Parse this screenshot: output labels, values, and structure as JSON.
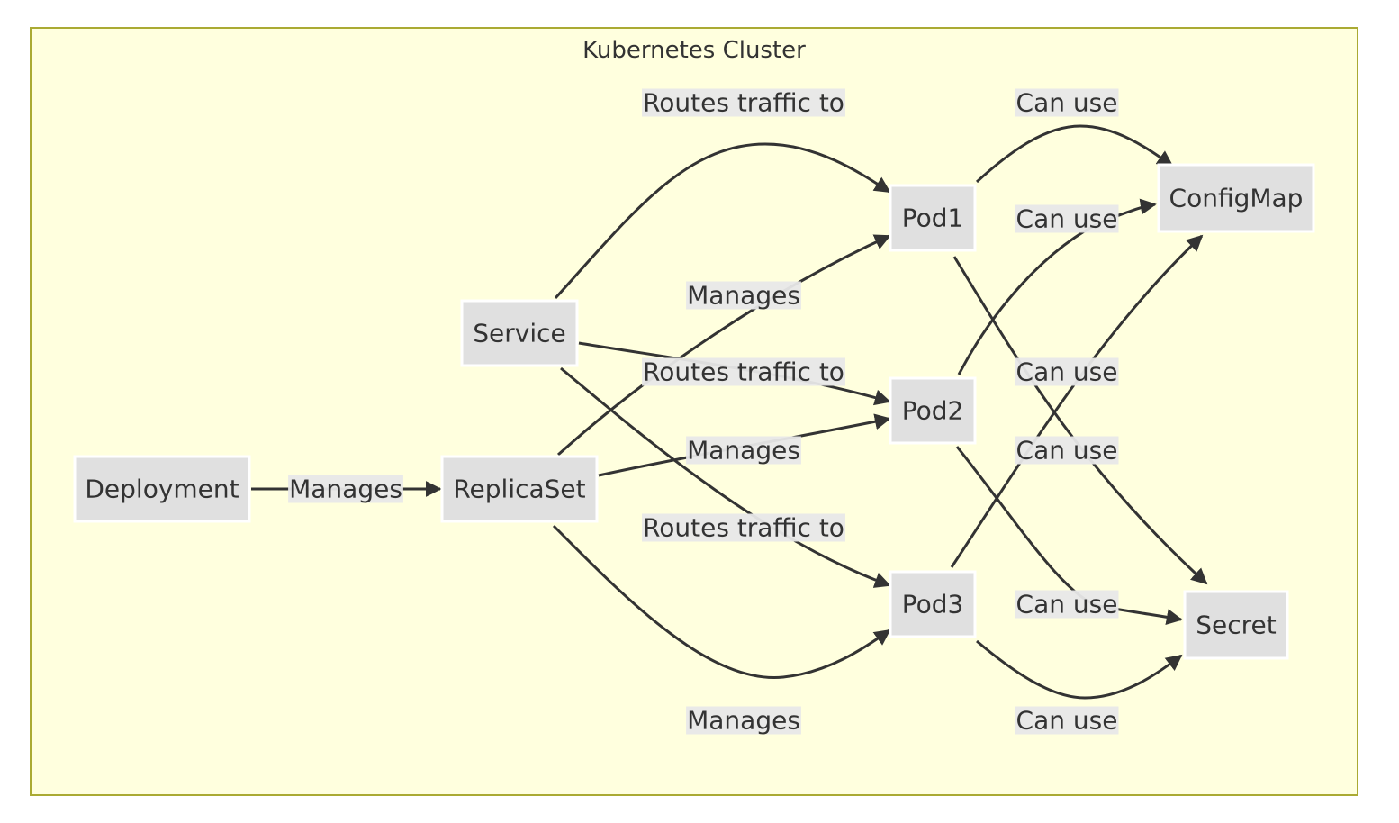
{
  "cluster": {
    "title": "Kubernetes Cluster"
  },
  "nodes": [
    {
      "id": "deployment",
      "label": "Deployment"
    },
    {
      "id": "replicaset",
      "label": "ReplicaSet"
    },
    {
      "id": "service",
      "label": "Service"
    },
    {
      "id": "pod1",
      "label": "Pod1"
    },
    {
      "id": "pod2",
      "label": "Pod2"
    },
    {
      "id": "pod3",
      "label": "Pod3"
    },
    {
      "id": "configmap",
      "label": "ConfigMap"
    },
    {
      "id": "secret",
      "label": "Secret"
    }
  ],
  "edges": [
    {
      "from": "deployment",
      "to": "replicaset",
      "label": "Manages"
    },
    {
      "from": "replicaset",
      "to": "pod1",
      "label": "Manages"
    },
    {
      "from": "replicaset",
      "to": "pod2",
      "label": "Manages"
    },
    {
      "from": "replicaset",
      "to": "pod3",
      "label": "Manages"
    },
    {
      "from": "service",
      "to": "pod1",
      "label": "Routes traffic to"
    },
    {
      "from": "service",
      "to": "pod2",
      "label": "Routes traffic to"
    },
    {
      "from": "service",
      "to": "pod3",
      "label": "Routes traffic to"
    },
    {
      "from": "pod1",
      "to": "configmap",
      "label": "Can use"
    },
    {
      "from": "pod1",
      "to": "secret",
      "label": "Can use"
    },
    {
      "from": "pod2",
      "to": "configmap",
      "label": "Can use"
    },
    {
      "from": "pod2",
      "to": "secret",
      "label": "Can use"
    },
    {
      "from": "pod3",
      "to": "configmap",
      "label": "Can use"
    },
    {
      "from": "pod3",
      "to": "secret",
      "label": "Can use"
    }
  ],
  "colors": {
    "cluster_fill": "#ffffde",
    "cluster_border": "#aaaa33",
    "node_fill": "#e0e0e0",
    "edge": "#333333",
    "text": "#333333"
  }
}
